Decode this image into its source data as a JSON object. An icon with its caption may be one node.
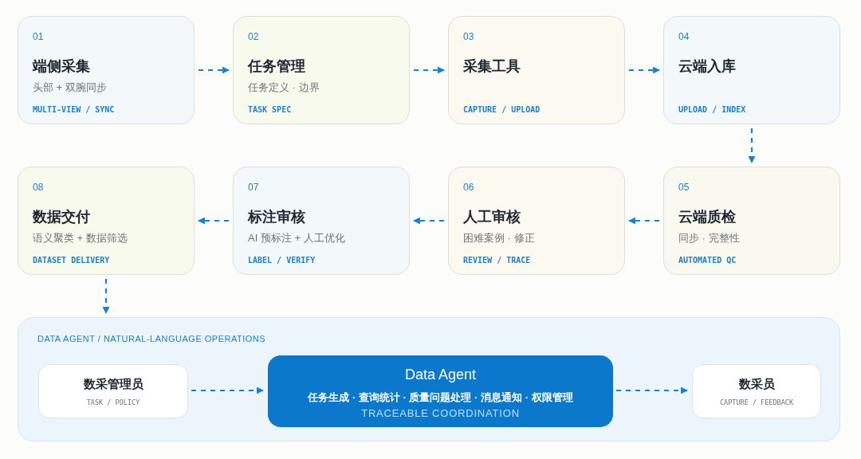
{
  "diagram": {
    "nodes": [
      {
        "text": [
          "01",
          "端侧采集",
          "头部 + 双腕同步",
          "MULTI-VIEW / SYNC"
        ]
      },
      {
        "text": [
          "02",
          "任务管理",
          "任务定义 · 边界",
          "TASK SPEC"
        ]
      },
      {
        "text": [
          "03",
          "采集工具",
          "CAPTURE / UPLOAD"
        ]
      },
      {
        "text": [
          "04",
          "云端入库",
          "UPLOAD / INDEX"
        ]
      },
      {
        "text": [
          "05",
          "云端质检",
          "同步 · 完整性",
          "AUTOMATED QC"
        ]
      },
      {
        "text": [
          "06",
          "人工审核",
          "困难案例 · 修正",
          "REVIEW / TRACE"
        ]
      },
      {
        "text": [
          "07",
          "标注审核",
          "AI 预标注 + 人工优化",
          "LABEL / VERIFY"
        ]
      },
      {
        "text": [
          "08",
          "数据交付",
          "语义聚类 + 数据筛选",
          "DATASET DELIVERY"
        ]
      },
      {
        "text": [
          "DATA AGENT / NATURAL-LANGUAGE OPERATIONS"
        ]
      },
      {
        "text": [
          "数采管理员",
          "TASK / POLICY"
        ],
        "in": 8
      },
      {
        "text": [
          "Data Agent",
          "任务生成 · 查询统计 · 质量问题处理 · 消息通知 · 权限管理",
          "TRACEABLE COORDINATION"
        ],
        "in": 8
      },
      {
        "text": [
          "数采员",
          "CAPTURE / FEEDBACK"
        ],
        "in": 8
      }
    ],
    "edges": [
      {
        "from": 0,
        "to": 1,
        "arrow": "to"
      },
      {
        "from": 1,
        "to": 2,
        "arrow": "to"
      },
      {
        "from": 2,
        "to": 3,
        "arrow": "to"
      },
      {
        "from": 3,
        "to": 4,
        "arrow": "to"
      },
      {
        "from": 4,
        "to": 5,
        "arrow": "to"
      },
      {
        "from": 5,
        "to": 6,
        "arrow": "to"
      },
      {
        "from": 6,
        "to": 7,
        "arrow": "to"
      },
      {
        "from": 7,
        "to": 8,
        "arrow": "to"
      },
      {
        "from": 9,
        "to": 10,
        "arrow": "to"
      },
      {
        "from": 10,
        "to": 11,
        "arrow": "to"
      }
    ]
  }
}
